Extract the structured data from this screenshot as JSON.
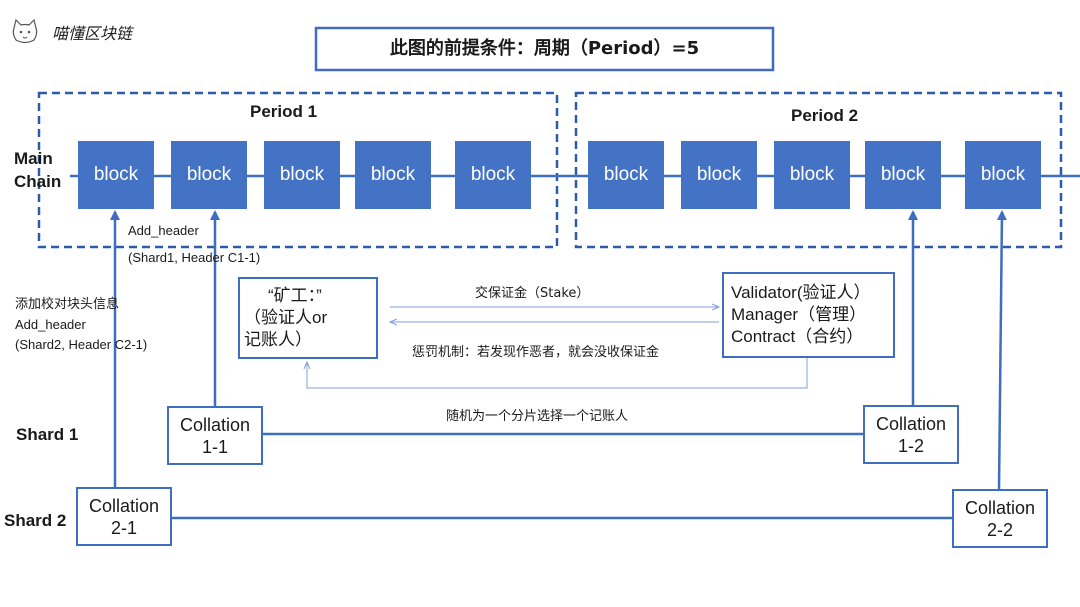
{
  "logo": {
    "text": "喵懂区块链"
  },
  "title": "此图的前提条件：周期（Period）=5",
  "periods": [
    {
      "label": "Period 1"
    },
    {
      "label": "Period 2"
    }
  ],
  "rows": {
    "main_chain": [
      "Main",
      "Chain"
    ],
    "shard1": "Shard 1",
    "shard2": "Shard 2"
  },
  "block_label": "block",
  "annotations": {
    "add_header_1": "Add_header",
    "add_header_1_detail": "(Shard1, Header C1-1)",
    "add_check_header": "添加校对块头信息",
    "add_header_2": "Add_header",
    "add_header_2_detail": "(Shard2, Header C2-1)",
    "stake": "交保证金（Stake）",
    "penalty": "惩罚机制：若发现作恶者，就会没收保证金",
    "random": "随机为一个分片选择一个记账人"
  },
  "miner_box": {
    "lines": [
      "“矿工：”",
      "（验证人or",
      "记账人）"
    ]
  },
  "validator_box": {
    "lines": [
      "Validator(验证人）",
      "Manager（管理）",
      "Contract（合约）"
    ]
  },
  "collations": {
    "c11": [
      "Collation",
      "1-1"
    ],
    "c12": [
      "Collation",
      "1-2"
    ],
    "c21": [
      "Collation",
      "2-1"
    ],
    "c22": [
      "Collation",
      "2-2"
    ]
  },
  "colors": {
    "block": "#4472c4",
    "line": "#3f6dc0",
    "dashed": "#2e5aa8"
  }
}
